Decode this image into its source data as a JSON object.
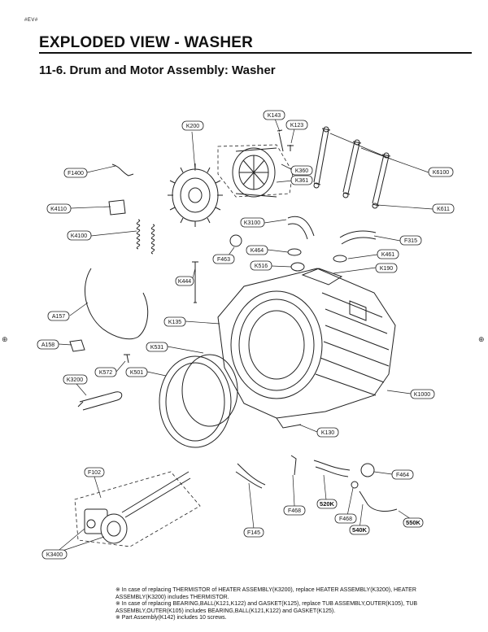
{
  "header": {
    "corner_mark": "#EV#",
    "title": "EXPLODED VIEW - WASHER",
    "section": "11-6. Drum and Motor Assembly: Washer"
  },
  "callouts": [
    {
      "id": "K200",
      "label": "K200",
      "bold": false
    },
    {
      "id": "K143",
      "label": "K143",
      "bold": false
    },
    {
      "id": "K123",
      "label": "K123",
      "bold": false
    },
    {
      "id": "K360",
      "label": "K360",
      "bold": false
    },
    {
      "id": "K361",
      "label": "K361",
      "bold": false
    },
    {
      "id": "F1400",
      "label": "F1400",
      "bold": false
    },
    {
      "id": "K6100",
      "label": "K6100",
      "bold": false
    },
    {
      "id": "K4110",
      "label": "K4110",
      "bold": false
    },
    {
      "id": "K611",
      "label": "K611",
      "bold": false
    },
    {
      "id": "K3100",
      "label": "K3100",
      "bold": false
    },
    {
      "id": "K4100",
      "label": "K4100",
      "bold": false
    },
    {
      "id": "F315",
      "label": "F315",
      "bold": false
    },
    {
      "id": "K464",
      "label": "K464",
      "bold": false
    },
    {
      "id": "K461",
      "label": "K461",
      "bold": false
    },
    {
      "id": "F463",
      "label": "F463",
      "bold": false
    },
    {
      "id": "K516",
      "label": "K516",
      "bold": false
    },
    {
      "id": "K190",
      "label": "K190",
      "bold": false
    },
    {
      "id": "K444",
      "label": "K444",
      "bold": false
    },
    {
      "id": "A157",
      "label": "A157",
      "bold": false
    },
    {
      "id": "K135",
      "label": "K135",
      "bold": false
    },
    {
      "id": "A158",
      "label": "A158",
      "bold": false
    },
    {
      "id": "K531",
      "label": "K531",
      "bold": false
    },
    {
      "id": "K572",
      "label": "K572",
      "bold": false
    },
    {
      "id": "K501",
      "label": "K501",
      "bold": false
    },
    {
      "id": "K3200",
      "label": "K3200",
      "bold": false
    },
    {
      "id": "K1000",
      "label": "K1000",
      "bold": false
    },
    {
      "id": "K130",
      "label": "K130",
      "bold": false
    },
    {
      "id": "F102",
      "label": "F102",
      "bold": false
    },
    {
      "id": "F464",
      "label": "F464",
      "bold": false
    },
    {
      "id": "F468a",
      "label": "F468",
      "bold": false
    },
    {
      "id": "520K",
      "label": "520K",
      "bold": true
    },
    {
      "id": "F468b",
      "label": "F468",
      "bold": false
    },
    {
      "id": "550K",
      "label": "550K",
      "bold": true
    },
    {
      "id": "540K",
      "label": "540K",
      "bold": true
    },
    {
      "id": "F145",
      "label": "F145",
      "bold": false
    },
    {
      "id": "K3400",
      "label": "K3400",
      "bold": false
    }
  ],
  "notes": [
    "※ In case of replacing THERMISTOR of HEATER ASSEMBLY(K3200), replace HEATER ASSEMBLY(K3200), HEATER ASSEMBLY(K3200) includes THERMISTOR.",
    "※ In case of replacing BEARING,BALL(K121,K122) and GASKET(K125), replace TUB ASSEMBLY,OUTER(K105), TUB ASSEMBLY,OUTER(K105) includes BEARING,BALL(K121,K122) and GASKET(K125).",
    "※ Part Assembly(K142) includes 10 screws."
  ]
}
